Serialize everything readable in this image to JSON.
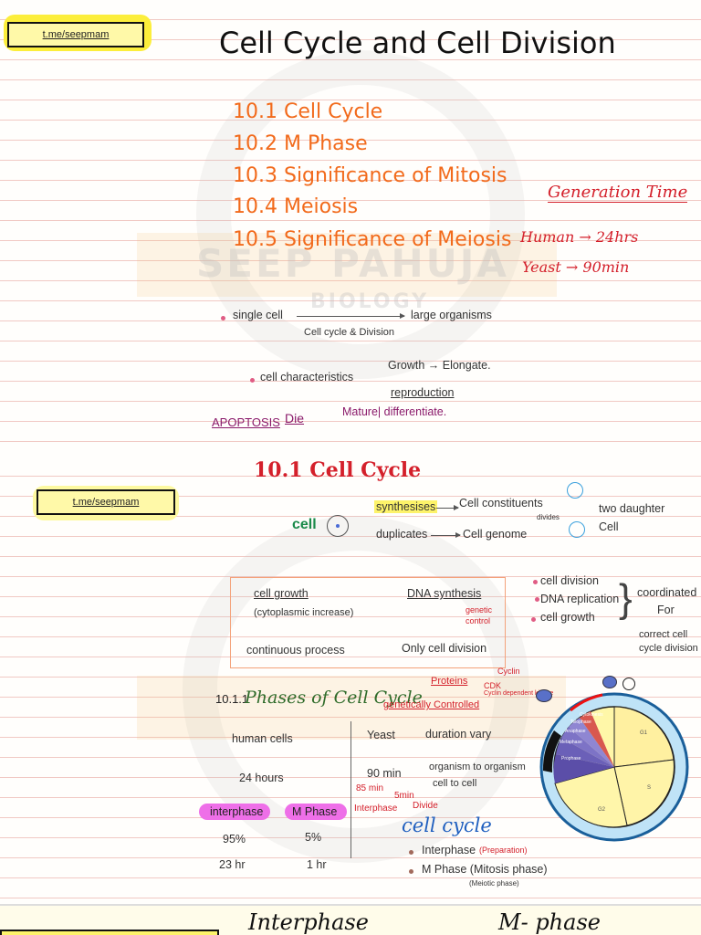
{
  "page1": {
    "tme_link": "t.me/seepmam",
    "title": "Cell Cycle and Cell Division",
    "toc": [
      "10.1 Cell Cycle",
      "10.2 M Phase",
      "10.3 Significance of Mitosis",
      "10.4 Meiosis",
      "10.5 Significance of Meiosis"
    ],
    "generation_time": {
      "heading": "Generation Time",
      "human": "Human → 24hrs",
      "yeast": "Yeast → 90min"
    },
    "watermark": {
      "top": "SEEP PAHUJA",
      "bottom": "BIOLOGY"
    },
    "notes": {
      "single_cell": "single cell",
      "large_org": "large organisms",
      "arrow_label": "Cell cycle  & Division",
      "cell_char": "cell characteristics",
      "growth": "Growth → Elongate.",
      "reproduction": "reproduction",
      "mature": "Mature| differentiate.",
      "die": "Die",
      "apoptosis": "Apoptosis"
    }
  },
  "page2": {
    "tme_link": "t.me/seepmam",
    "heading": "10.1 Cell Cycle",
    "cell": "cell",
    "synthesises": "synthesises",
    "duplicates": "duplicates",
    "cell_constituents": "Cell constituents",
    "cell_genome": "Cell genome",
    "divides": "divides",
    "two_daughter": "two daughter",
    "daughter_cell": "Cell",
    "box": {
      "growth": "cell growth",
      "cyto": "(cytoplasmic increase)",
      "continuous": "continuous process",
      "dna": "DNA synthesis",
      "genetic": "genetic",
      "control": "control",
      "only": "Only cell division"
    },
    "coord_list": [
      "cell division",
      "DNA replication",
      "cell growth"
    ],
    "coordinated": "coordinated",
    "for": "For",
    "correct1": "correct cell",
    "correct2": "cycle division",
    "phases_num": "10.1.1",
    "phases_title": "Phases of Cell Cycle",
    "proteins": "Proteins",
    "cyclin": "Cyclin",
    "cdk": "CDK",
    "cdk_full": "Cyclin dependent kinase",
    "genetically": "genetically Controlled",
    "human_cells": "human cells",
    "hours24": "24 hours",
    "interphase": "interphase",
    "mphase": "M Phase",
    "pct95": "95%",
    "pct5": "5%",
    "hr23": "23 hr",
    "hr1": "1 hr",
    "yeast": "Yeast",
    "min90": "90 min",
    "min85": "85 min",
    "min5": "5min",
    "interphase_s": "Interphase",
    "divide": "Divide",
    "duration": "duration vary",
    "org_to_org": "organism to organism",
    "cell_to_cell": "cell to cell",
    "cell_cycle_blue": "cell cycle",
    "bullet_interphase": "Interphase",
    "preparation": "(Preparation)",
    "bullet_mphase": "M Phase (Mitosis phase)",
    "meiotic": "(Meiotic phase)",
    "wheel": {
      "g1": "G1",
      "s": "S",
      "g2": "G2",
      "cytokinesis": "Cytokinesis",
      "telophase": "Telophase",
      "anaphase": "Anaphase",
      "metaphase": "Metaphase",
      "prophase": "Prophase"
    }
  },
  "page3": {
    "interphase": "Interphase",
    "mphase": "M- phase"
  }
}
